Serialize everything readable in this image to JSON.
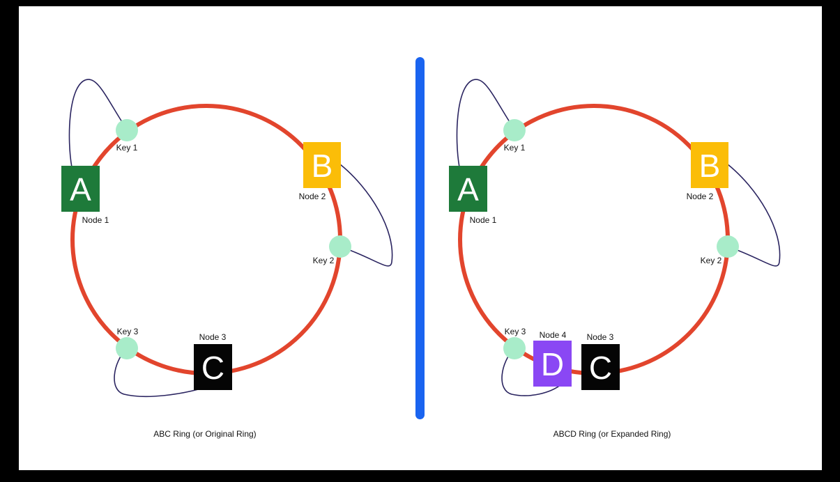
{
  "colors": {
    "background": "#000000",
    "canvas": "#ffffff",
    "ring": "#e2452d",
    "divider": "#1a64f0",
    "key_fill": "#a8ecc9",
    "link_line": "#2a2460",
    "node_a": "#1e7a3a",
    "node_b": "#fbbd08",
    "node_c": "#050505",
    "node_d": "#8a47f4"
  },
  "diagrams": {
    "left": {
      "caption": "ABC Ring (or Original Ring)",
      "nodes": {
        "a": {
          "letter": "A",
          "label": "Node 1"
        },
        "b": {
          "letter": "B",
          "label": "Node 2"
        },
        "c": {
          "letter": "C",
          "label": "Node 3"
        }
      },
      "keys": {
        "k1": "Key 1",
        "k2": "Key 2",
        "k3": "Key 3"
      }
    },
    "right": {
      "caption": "ABCD Ring (or Expanded Ring)",
      "nodes": {
        "a": {
          "letter": "A",
          "label": "Node 1"
        },
        "b": {
          "letter": "B",
          "label": "Node 2"
        },
        "c": {
          "letter": "C",
          "label": "Node 3"
        },
        "d": {
          "letter": "D",
          "label": "Node 4"
        }
      },
      "keys": {
        "k1": "Key 1",
        "k2": "Key 2",
        "k3": "Key 3"
      }
    }
  }
}
